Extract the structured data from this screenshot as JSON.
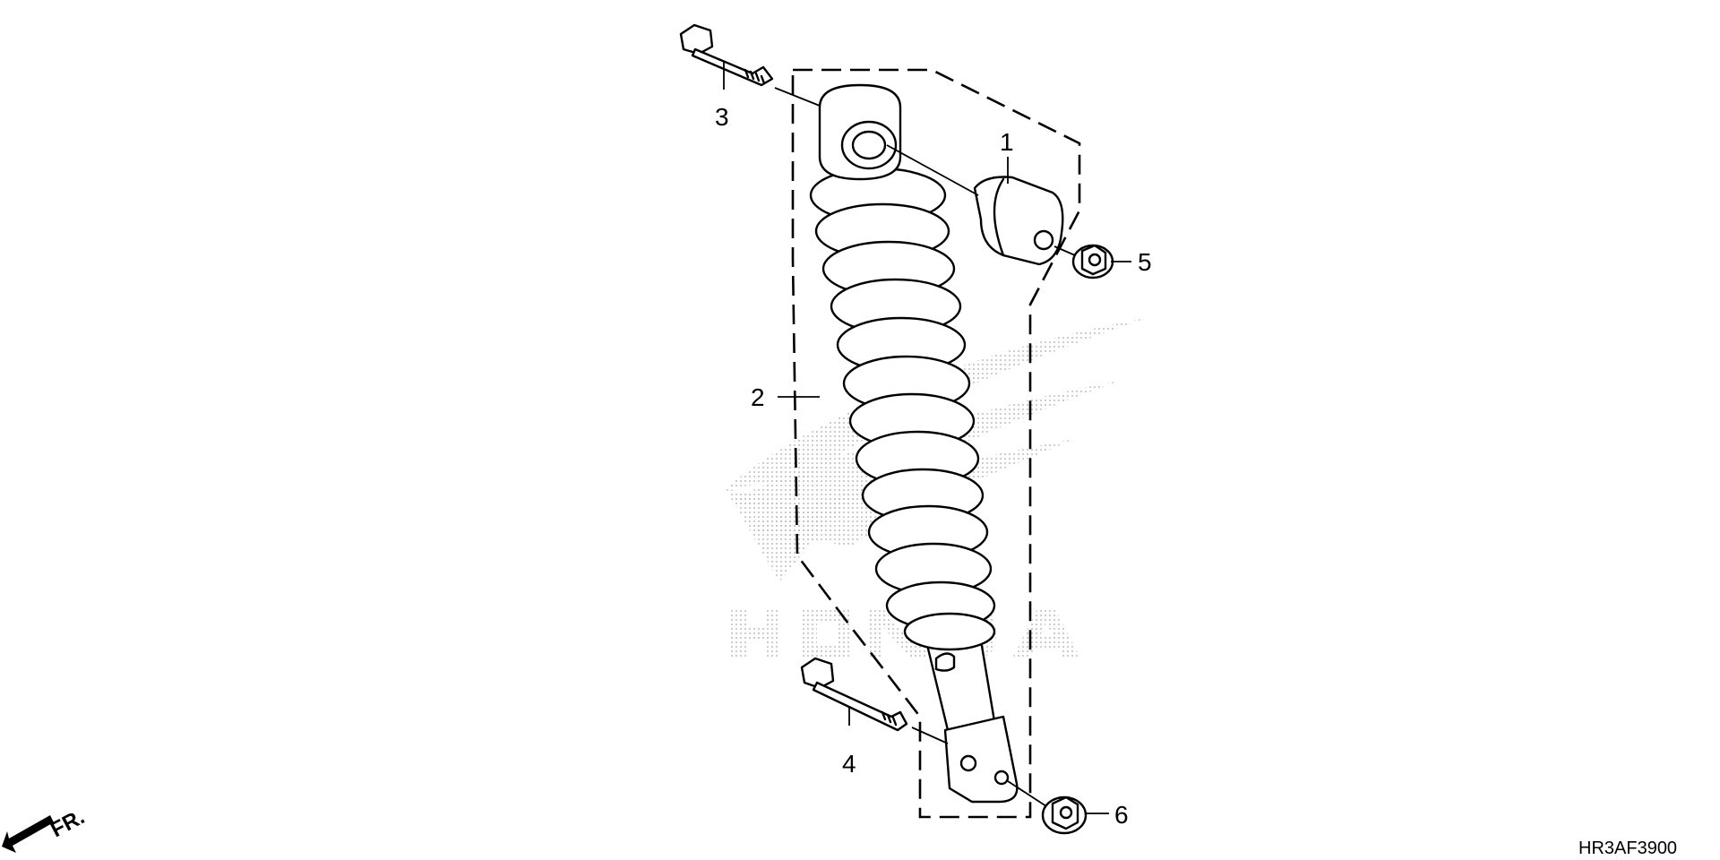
{
  "diagram": {
    "part_labels": [
      "1",
      "2",
      "3",
      "4",
      "5",
      "6"
    ],
    "diagram_code": "HR3AF3900",
    "direction_label": "FR.",
    "watermark": "HONDA",
    "colors": {
      "line": "#000000",
      "background": "#ffffff",
      "watermark_dots": "#bfbfbf"
    },
    "icons": [
      "front-direction-arrow-icon",
      "honda-wing-watermark"
    ]
  }
}
